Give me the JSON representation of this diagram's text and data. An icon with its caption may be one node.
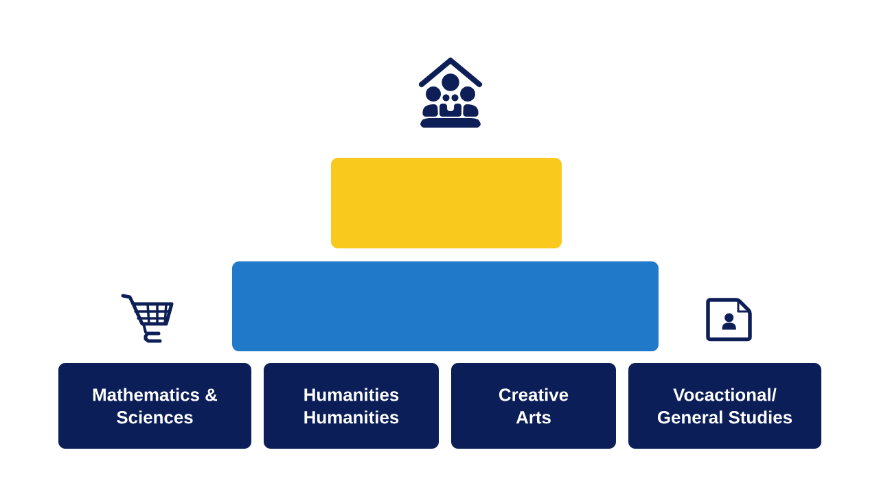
{
  "diagram": {
    "nodes": [
      {
        "text": [],
        "shape": "box"
      },
      {
        "text": [],
        "shape": "box"
      },
      {
        "text": [
          "Mathematics & Sciences"
        ]
      },
      {
        "text": [
          "Humanities Humanities"
        ]
      },
      {
        "text": [
          "Creative Arts"
        ]
      },
      {
        "text": [
          "Vocactional/ General Studies"
        ]
      }
    ]
  }
}
